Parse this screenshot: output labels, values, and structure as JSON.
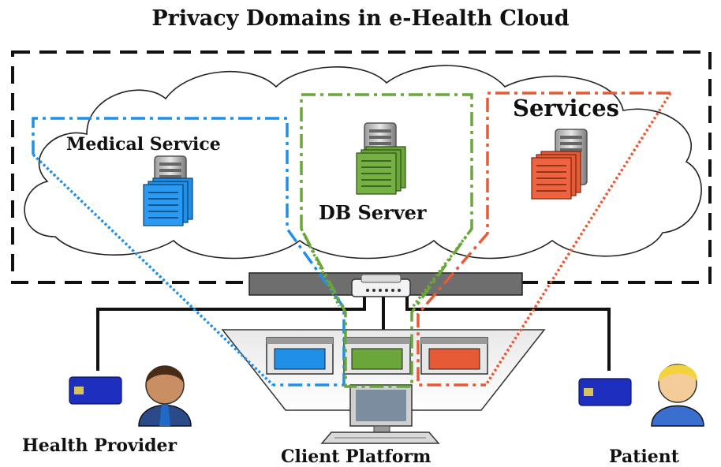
{
  "title": "Privacy Domains in e-Health Cloud",
  "domains": {
    "medical": {
      "label": "Medical Service",
      "color": "#1f8fe8"
    },
    "db": {
      "label": "DB Server",
      "color": "#6aa63a"
    },
    "services": {
      "label": "Services",
      "color": "#e65a36"
    }
  },
  "actors": {
    "health_provider": "Health Provider",
    "client_platform": "Client Platform",
    "patient": "Patient"
  },
  "icons": [
    "server-icon",
    "document-stack-icon",
    "network-switch-icon",
    "smart-card-icon",
    "person-icon",
    "computer-icon",
    "cloud-icon"
  ]
}
